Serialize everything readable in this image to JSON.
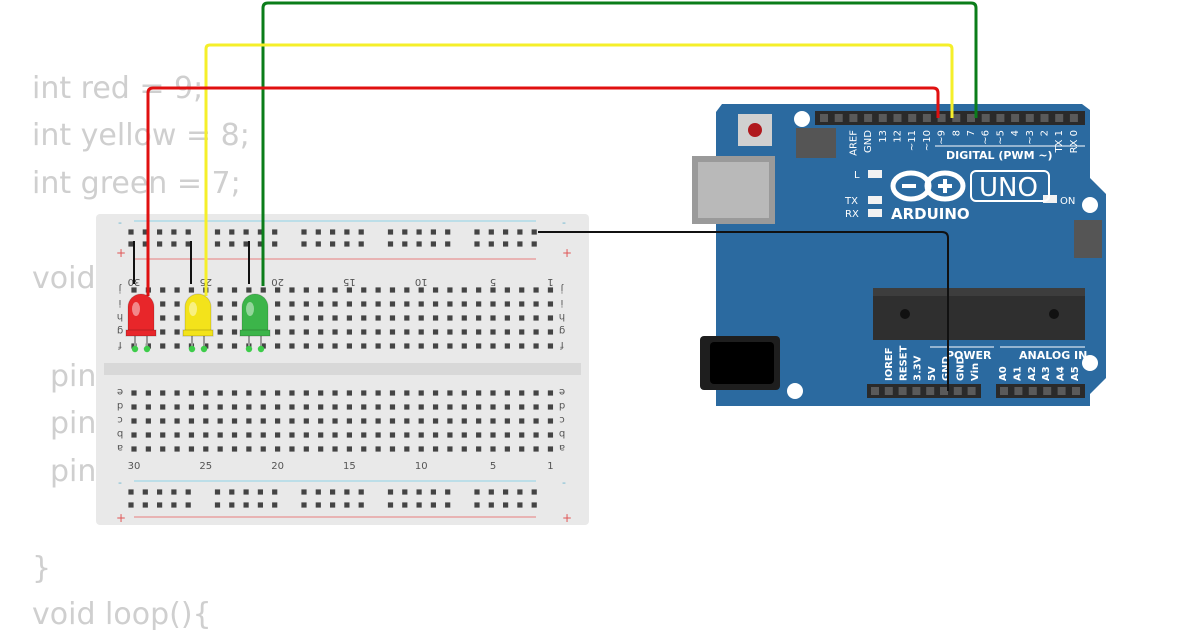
{
  "code": {
    "lines": [
      "int red = 9;",
      "int yellow = 8;",
      "int green = 7;",
      "void",
      "pin",
      "pin",
      "pin",
      "}",
      "void loop(){"
    ]
  },
  "breadboard": {
    "column_labels": [
      "30",
      "25",
      "20",
      "15",
      "10",
      "5",
      "1"
    ],
    "row_labels_top": [
      "j",
      "i",
      "h",
      "g",
      "f"
    ],
    "row_labels_bottom": [
      "e",
      "d",
      "c",
      "b",
      "a"
    ],
    "rail_plus": "+",
    "rail_minus": "-"
  },
  "leds": [
    {
      "name": "red-led",
      "color": "#e8262a"
    },
    {
      "name": "yellow-led",
      "color": "#f3e31b"
    },
    {
      "name": "green-led",
      "color": "#3cb54a"
    }
  ],
  "wires": {
    "red": "#e01010",
    "yellow": "#f5ef2a",
    "green": "#0b7d1a",
    "black": "#111111"
  },
  "arduino": {
    "board_color": "#2b6aa0",
    "brand": "ARDUINO",
    "model": "UNO",
    "digital_header": "DIGITAL (PWM ~)",
    "digital_pins": [
      "AREF",
      "GND",
      "13",
      "12",
      "~11",
      "~10",
      "~9",
      "8",
      "7",
      "~6",
      "~5",
      "4",
      "~3",
      "2",
      "TX 1",
      "RX 0"
    ],
    "power_header": "POWER",
    "power_pins": [
      "IOREF",
      "RESET",
      "3.3V",
      "5V",
      "GND",
      "GND",
      "Vin"
    ],
    "analog_header": "ANALOG IN",
    "analog_pins": [
      "A0",
      "A1",
      "A2",
      "A3",
      "A4",
      "A5"
    ],
    "led_labels": {
      "l": "L",
      "tx": "TX",
      "rx": "RX",
      "on": "ON"
    }
  }
}
